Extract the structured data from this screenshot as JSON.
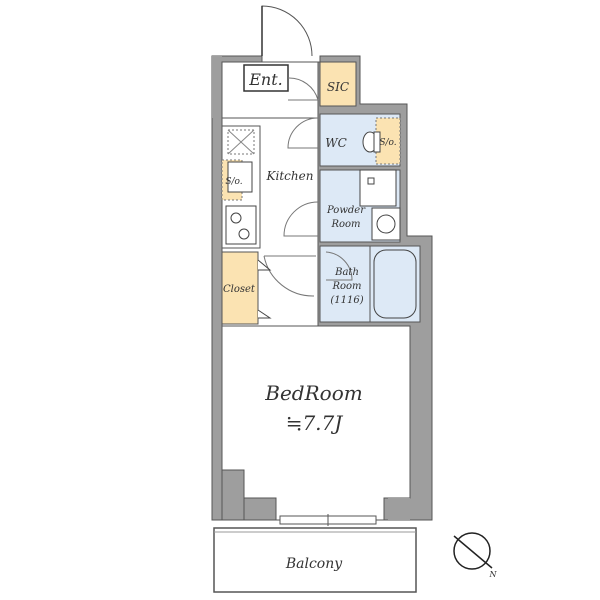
{
  "rooms": {
    "entrance": "Ent.",
    "sic": "SIC",
    "wc": "WC",
    "storage_wc": "S/o.",
    "kitchen": "Kitchen",
    "storage_kitchen": "S/o.",
    "powder_room_line1": "Powder",
    "powder_room_line2": "Room",
    "bath_room_line1": "Bath",
    "bath_room_line2": "Room",
    "bath_room_size": "(1116)",
    "closet": "Closet",
    "bedroom": "BedRoom",
    "bedroom_area": "≒7.7J",
    "balcony": "Balcony"
  },
  "compass": {
    "label": "N"
  },
  "colors": {
    "wall": "#9e9e9e",
    "wet_area": "#dde9f6",
    "storage": "#fbe3b2",
    "outline": "#5a5a5a"
  }
}
